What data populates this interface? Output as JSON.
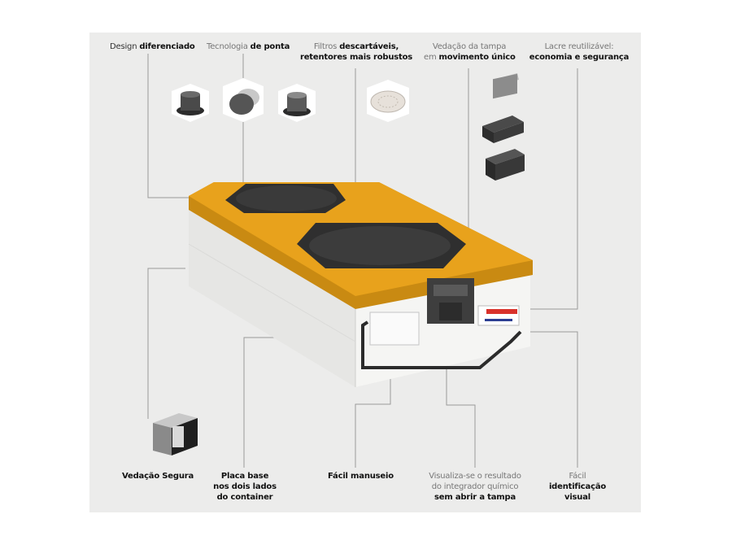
{
  "callouts": {
    "design": {
      "normal": "Design ",
      "bold": "diferenciado"
    },
    "tecnologia": {
      "normal": "Tecnologia ",
      "bold": "de ponta"
    },
    "filtros": {
      "line1_normal": "Filtros ",
      "line1_bold": "descartáveis,",
      "line2_bold": "retentores mais robustos"
    },
    "vedacao_tampa": {
      "line1": "Vedação da tampa",
      "line2_normal": "em ",
      "line2_bold": "movimento único"
    },
    "lacre": {
      "line1": "Lacre reutilizável:",
      "line2_bold": "economia e segurança"
    },
    "vedacao_segura": {
      "bold": "Vedação Segura"
    },
    "placa_base": {
      "line1": "Placa base",
      "line2": "nos dois lados",
      "line3": "do container"
    },
    "facil_manuseio": {
      "bold": "Fácil manuseio"
    },
    "visualiza": {
      "line1": "Visualiza-se o resultado",
      "line2": "do integrador químico",
      "line3_bold": "sem abrir a tampa"
    },
    "identificacao": {
      "line1": "Fácil",
      "line2_bold": "identificação",
      "line3_bold": "visual"
    }
  },
  "colors": {
    "panel": "#ececeb",
    "lid": "#e8a21c",
    "filter": "#3a3a3a",
    "body": "#f1f1ef",
    "leader": "#9a9a9a",
    "seal": "#d9322b"
  }
}
